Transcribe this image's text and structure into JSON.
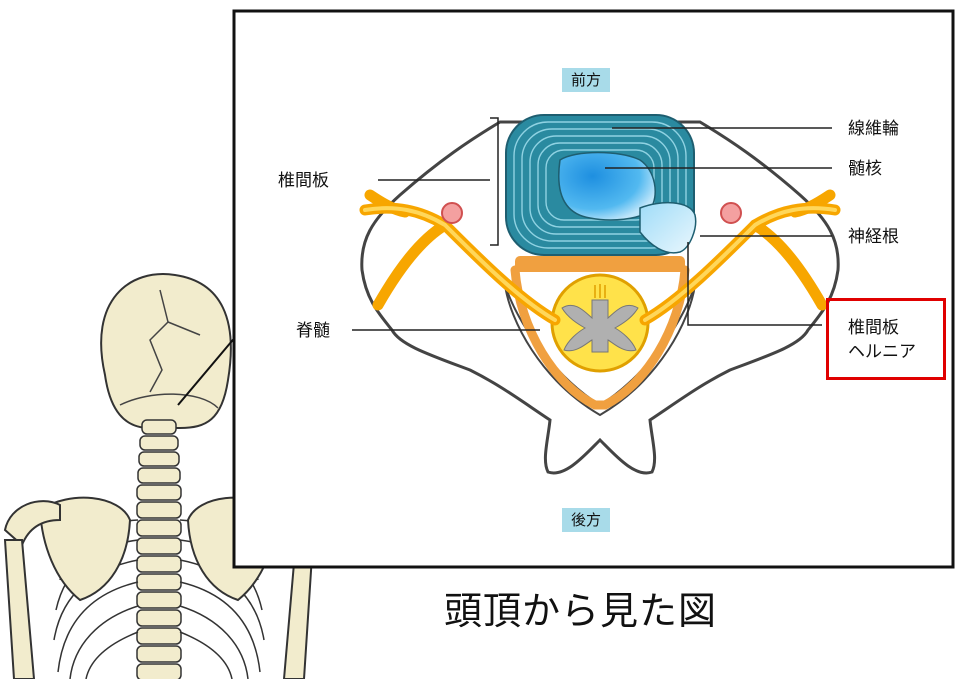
{
  "labels": {
    "front": "前方",
    "back": "後方",
    "annulus": "線維輪",
    "nucleus": "髄核",
    "nerve_root": "神経根",
    "disc_left": "椎間板",
    "spinal_cord": "脊髄",
    "hernia_line1": "椎間板",
    "hernia_line2": "ヘルニア"
  },
  "caption": "頭頂から見た図",
  "colors": {
    "annulus": "#2a8aa0",
    "nucleus": "#2aa0e0",
    "nerve": "#f7a600",
    "cord": "#ffe24a",
    "bone": "#f2eccd",
    "highlight_box": "#e00000",
    "badge": "#a8dbe9"
  }
}
